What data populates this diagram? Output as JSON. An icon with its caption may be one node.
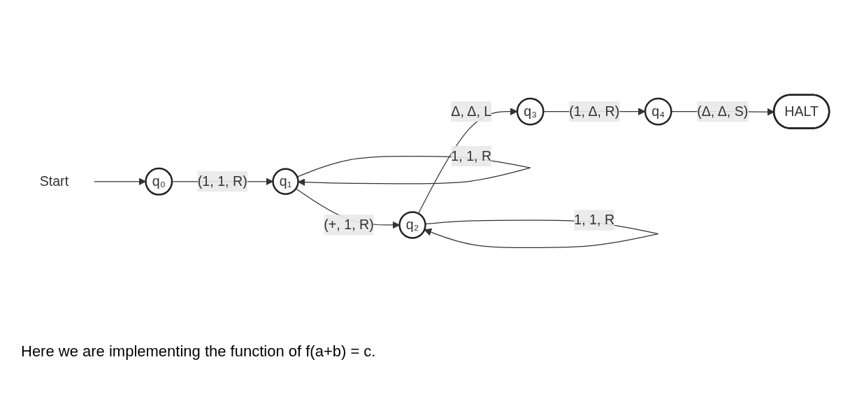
{
  "diagram": {
    "nodes": [
      {
        "text": [
          "Start"
        ]
      },
      {
        "text": [
          "q₀"
        ]
      },
      {
        "text": [
          "q₁"
        ]
      },
      {
        "text": [
          "q₂"
        ]
      },
      {
        "text": [
          "q₃"
        ]
      },
      {
        "text": [
          "q₄"
        ]
      },
      {
        "text": [
          "HALT"
        ]
      }
    ],
    "edges": [
      {
        "from": 0,
        "to": 1,
        "arrow": "to"
      },
      {
        "from": 1,
        "to": 2,
        "arrow": "to",
        "label": "(1, 1, R)"
      },
      {
        "from": 2,
        "to": 2,
        "arrow": "to",
        "label": "1, 1, R"
      },
      {
        "from": 2,
        "to": 3,
        "arrow": "to",
        "label": "(+, 1, R)"
      },
      {
        "from": 3,
        "to": 3,
        "arrow": "to",
        "label": "1, 1, R"
      },
      {
        "from": 3,
        "to": 4,
        "arrow": "to",
        "label": "Δ, Δ, L"
      },
      {
        "from": 4,
        "to": 5,
        "arrow": "to",
        "label": "(1, Δ, R)"
      },
      {
        "from": 5,
        "to": 6,
        "arrow": "to",
        "label": "(Δ, Δ, S)"
      }
    ],
    "labels": [
      "Here we are implementing the function of f(a+b) = c."
    ]
  }
}
